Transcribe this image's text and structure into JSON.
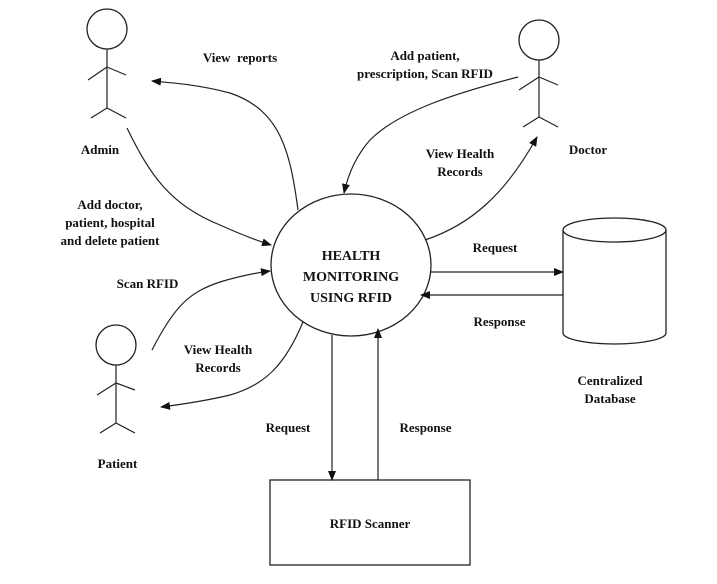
{
  "diagram": {
    "type": "context-level data flow diagram",
    "central_process": {
      "lines": [
        "HEALTH",
        "MONITORING",
        "USING RFID"
      ]
    },
    "actors": {
      "admin": {
        "label": "Admin"
      },
      "doctor": {
        "label": "Doctor"
      },
      "patient": {
        "label": "Patient"
      }
    },
    "data_store": {
      "lines": [
        "Centralized",
        "Database"
      ]
    },
    "device": {
      "label": "RFID Scanner"
    },
    "flows": {
      "view_reports": {
        "from": "process",
        "to": "admin",
        "lines": [
          "View  reports"
        ]
      },
      "admin_add": {
        "from": "admin",
        "to": "process",
        "lines": [
          "Add doctor,",
          "patient, hospital",
          "and delete patient"
        ]
      },
      "doctor_add": {
        "from": "doctor",
        "to": "process",
        "lines": [
          "Add patient,",
          "prescription, Scan RFID"
        ]
      },
      "doctor_view": {
        "from": "process",
        "to": "doctor",
        "lines": [
          "View Health",
          "Records"
        ]
      },
      "patient_scan": {
        "from": "patient",
        "to": "process",
        "lines": [
          "Scan RFID"
        ]
      },
      "patient_view": {
        "from": "process",
        "to": "patient",
        "lines": [
          "View Health",
          "Records"
        ]
      },
      "db_request": {
        "from": "process",
        "to": "database",
        "lines": [
          "Request"
        ]
      },
      "db_response": {
        "from": "database",
        "to": "process",
        "lines": [
          "Response"
        ]
      },
      "scanner_request": {
        "from": "process",
        "to": "scanner",
        "lines": [
          "Request"
        ]
      },
      "scanner_response": {
        "from": "scanner",
        "to": "process",
        "lines": [
          "Response"
        ]
      }
    }
  }
}
